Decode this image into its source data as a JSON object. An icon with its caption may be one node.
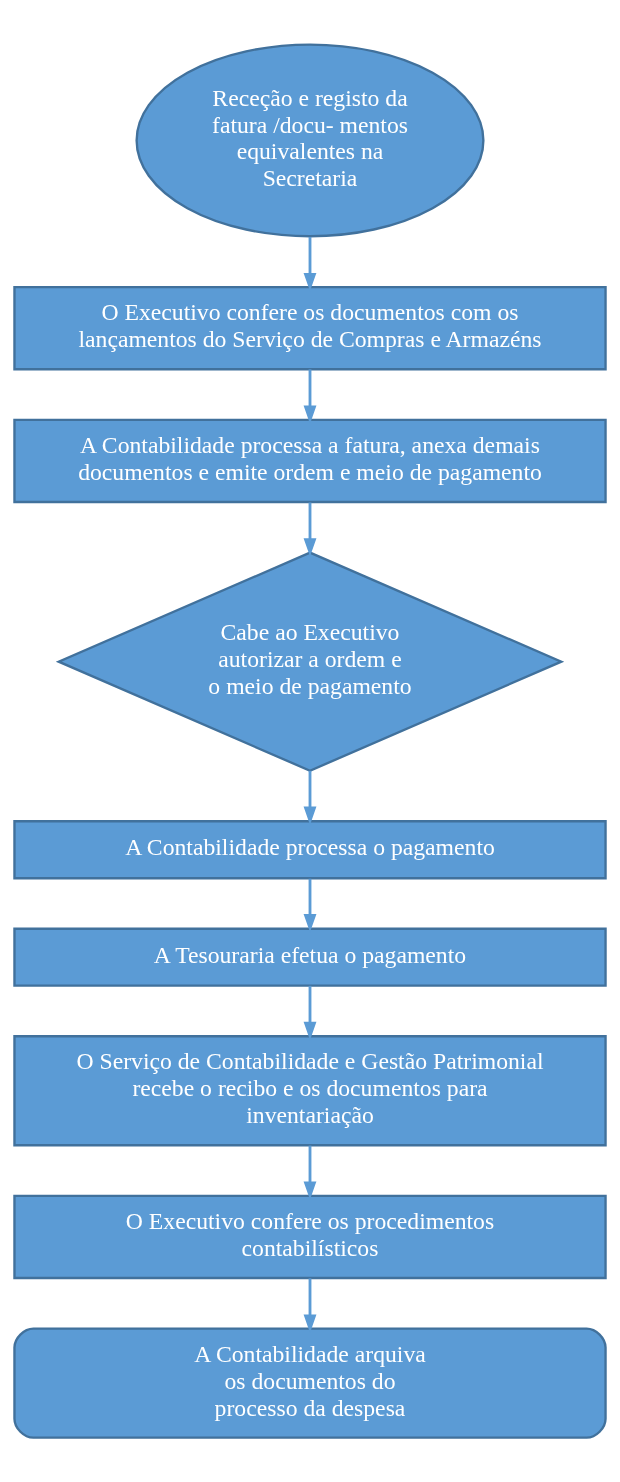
{
  "diagram": {
    "nodes": [
      {
        "text": [
          "Receção e registo da fatura /docu- mentos equivalentes na Secretaria"
        ]
      },
      {
        "text": [
          "O Executivo confere os documentos com os lançamentos do Serviço de Compras e Armazéns"
        ]
      },
      {
        "text": [
          "A Contabilidade processa a fatura, anexa demais documentos e emite ordem e meio de pagamento"
        ]
      },
      {
        "text": [
          "Cabe ao Executivo autorizar a ordem e o meio de pagamento"
        ]
      },
      {
        "text": [
          "A Contabilidade processa o pagamento"
        ]
      },
      {
        "text": [
          "A Tesouraria efetua o pagamento"
        ]
      },
      {
        "text": [
          "O Serviço de Contabilidade e Gestão Patrimonial recebe o recibo e os documentos para inventariação"
        ]
      },
      {
        "text": [
          "O Executivo confere os procedimentos contabilísticos"
        ]
      },
      {
        "text": [
          "A Contabilidade arquiva os documentos do processo da despesa"
        ]
      }
    ],
    "edges": [
      {
        "from": 0,
        "to": 1,
        "arrow": "to"
      },
      {
        "from": 1,
        "to": 2,
        "arrow": "to"
      },
      {
        "from": 2,
        "to": 3,
        "arrow": "to"
      },
      {
        "from": 3,
        "to": 4,
        "arrow": "to"
      },
      {
        "from": 4,
        "to": 5,
        "arrow": "to"
      },
      {
        "from": 5,
        "to": 6,
        "arrow": "to"
      },
      {
        "from": 6,
        "to": 7,
        "arrow": "to"
      },
      {
        "from": 7,
        "to": 8,
        "arrow": "to"
      }
    ]
  }
}
